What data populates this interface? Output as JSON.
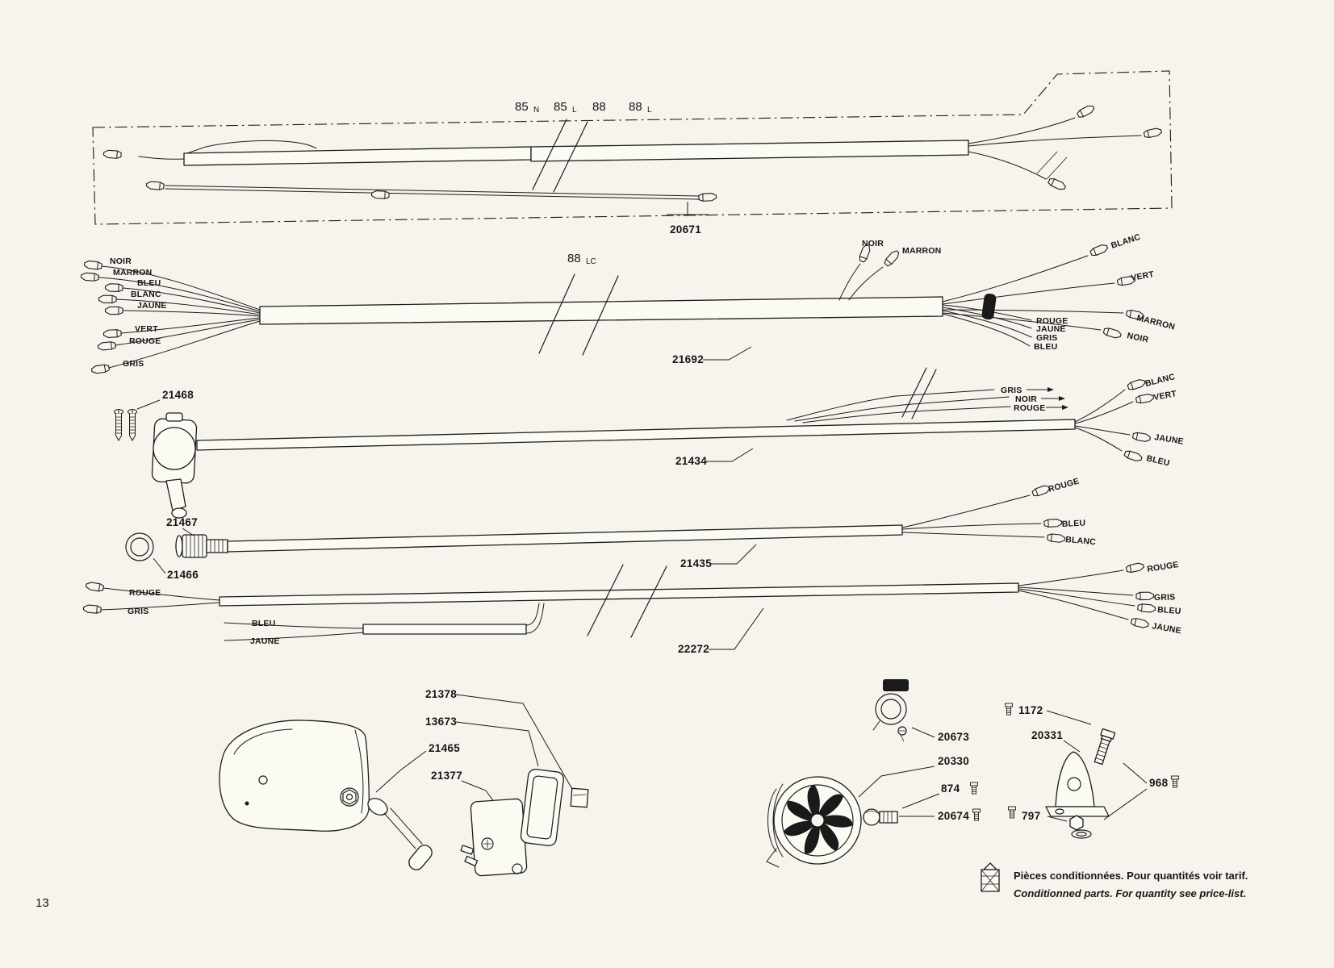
{
  "page": {
    "number": "13"
  },
  "footer": {
    "line1": "Pièces conditionnées. Pour quantités voir tarif.",
    "line2": "Conditionned parts. For quantity see price-list."
  },
  "top_harness": {
    "part": "20671",
    "terminal_labels": [
      {
        "main": "85",
        "sub": "N"
      },
      {
        "main": "85",
        "sub": "L"
      },
      {
        "main": "88",
        "sub": ""
      },
      {
        "main": "88",
        "sub": "L"
      }
    ]
  },
  "harness_88lc": {
    "label_main": "88",
    "label_sub": "LC",
    "part": "21692",
    "left_wires": [
      "NOIR",
      "MARRON",
      "BLEU",
      "BLANC",
      "JAUNE",
      "VERT",
      "ROUGE",
      "GRIS"
    ],
    "branch_wires": [
      "NOIR",
      "MARRON"
    ],
    "right_outer_wires": [
      "BLANC",
      "VERT",
      "MARRON",
      "NOIR"
    ],
    "right_inner_wires": [
      "ROUGE",
      "JAUNE",
      "GRIS",
      "BLEU"
    ]
  },
  "harness_21434": {
    "part": "21434",
    "switch_part": "21468",
    "branch_wires": [
      "GRIS",
      "NOIR",
      "ROUGE"
    ],
    "right_wires": [
      "BLANC",
      "VERT",
      "JAUNE",
      "BLEU"
    ]
  },
  "harness_21435": {
    "part": "21435",
    "nut_part": "21467",
    "ring_part": "21466",
    "right_wires": [
      "ROUGE",
      "BLEU",
      "BLANC"
    ]
  },
  "harness_22272": {
    "part": "22272",
    "left_wires": [
      "ROUGE",
      "GRIS"
    ],
    "lower_wires": [
      "BLEU",
      "JAUNE"
    ],
    "right_wires": [
      "ROUGE",
      "GRIS",
      "BLEU",
      "JAUNE"
    ]
  },
  "switch_assembly": {
    "part_labels": [
      "21378",
      "13673",
      "21465",
      "21377"
    ]
  },
  "horn_assembly": {
    "clamp_part": "20673",
    "horn_part": "20330",
    "screw_part": "874",
    "bolt_part": "20674"
  },
  "bracket_assembly": {
    "screw_part": "1172",
    "bracket_part": "20331",
    "bolt_part": "968",
    "nut_part": "797"
  }
}
